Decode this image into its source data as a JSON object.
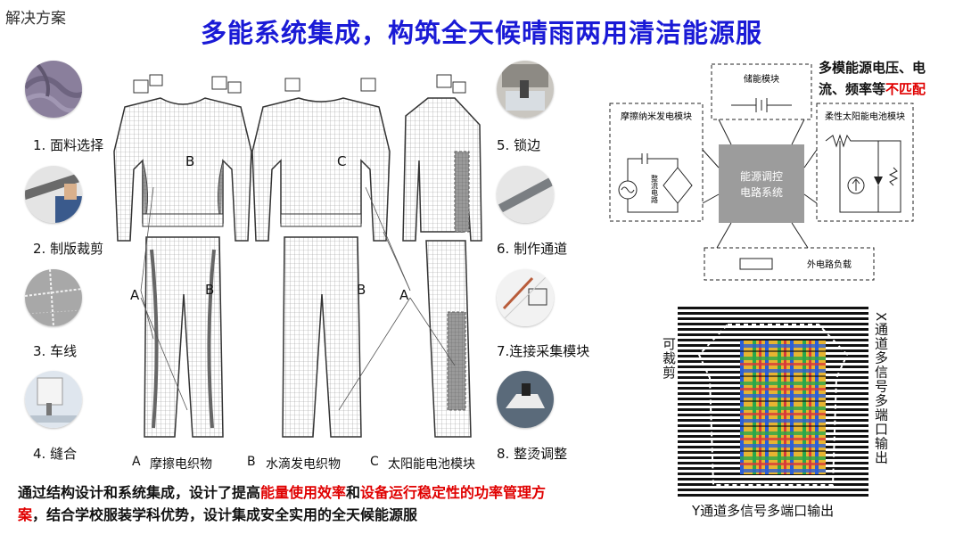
{
  "corner_label": "解决方案",
  "title": "多能系统集成，构筑全天候晴雨两用清洁能源服",
  "left_steps": [
    "1. 面料选择",
    "2. 制版裁剪",
    "3. 车线",
    "4. 缝合"
  ],
  "right_steps": [
    "5. 锁边",
    "6. 制作通道",
    "7.连接采集模块",
    "8. 整烫调整"
  ],
  "garment_markers": {
    "a": "A",
    "b": "B",
    "c": "C"
  },
  "legend": [
    {
      "key": "A",
      "label": "摩擦电织物"
    },
    {
      "key": "B",
      "label": "水滴发电织物"
    },
    {
      "key": "C",
      "label": "太阳能电池模块"
    }
  ],
  "bottom_text": {
    "p1": "通过结构设计和系统集成，设计了提高",
    "r1": "能量使用效率",
    "p2": "和",
    "r2": "设备运行稳定性的功率管理方案",
    "p3": "，结合学校服装学科优势，设计集成安全实用的全天候能源服"
  },
  "circuit": {
    "storage": "储能模块",
    "tribo": "摩擦纳米发电模块",
    "rectifier": "整流电路",
    "solar": "柔性太阳能电池模块",
    "center_line1": "能源调控",
    "center_line2": "电路系统",
    "load": "外电路负载"
  },
  "mismatch": {
    "line1": "多模能源电压、电",
    "line2": "流、频率等",
    "red": "不匹配"
  },
  "grid": {
    "x_label": "X通道多信号多端口输出",
    "y_label": "Y通道多信号多端口输出",
    "cut_label": "可裁剪"
  },
  "colors": {
    "title": "#1a1ad6",
    "highlight": "#e00000",
    "fabric_purple": "#8a7f9c"
  }
}
